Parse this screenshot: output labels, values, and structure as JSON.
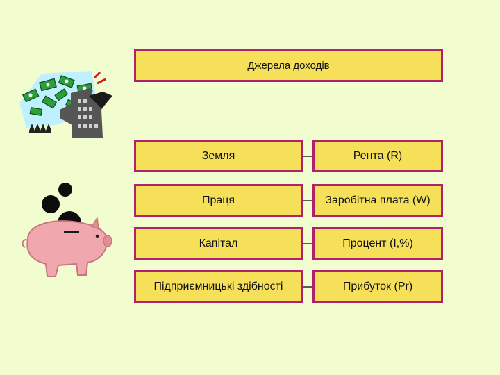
{
  "title": "Джерела доходів",
  "rows": [
    {
      "source": "Земля",
      "income": "Рента (R)"
    },
    {
      "source": "Праця",
      "income": "Заробітна плата (W)"
    },
    {
      "source": "Капітал",
      "income": "Процент (I,%)"
    },
    {
      "source": "Підприємницькі здібності",
      "income": "Прибуток (Pr)"
    }
  ],
  "colors": {
    "background": "#f1fccf",
    "box_fill": "#f6e05a",
    "box_border": "#b0216b",
    "pig": "#f0a7ad"
  },
  "icons": [
    "money-factory-clipart-icon",
    "piggy-bank-coins-icon"
  ]
}
